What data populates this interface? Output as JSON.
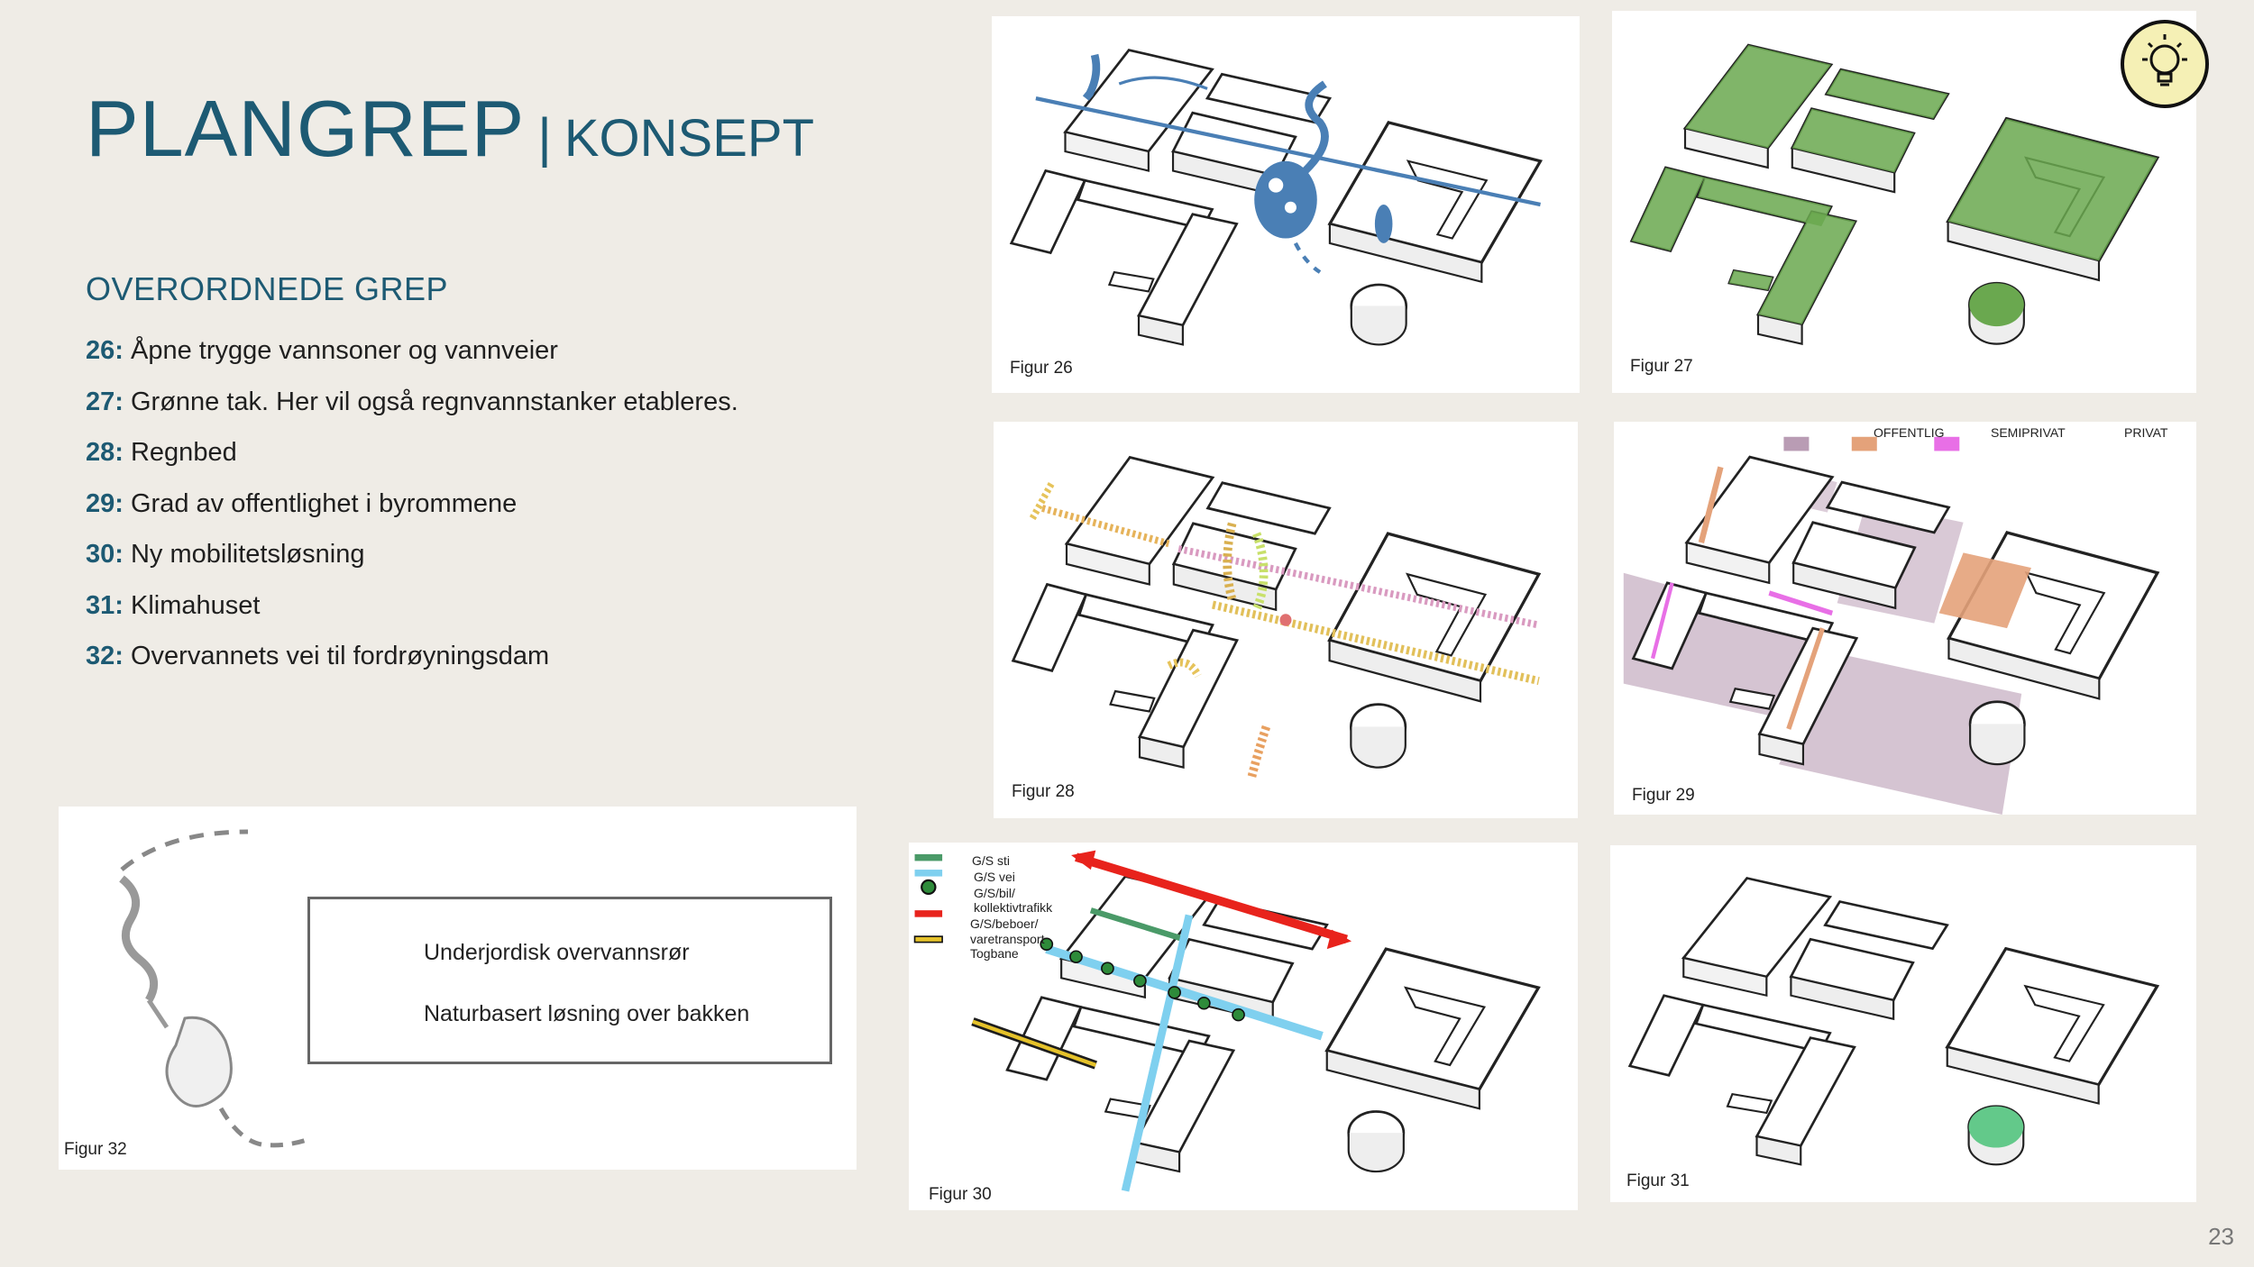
{
  "title": {
    "main": "PLANGREP",
    "separator": "|",
    "sub": "KONSEPT"
  },
  "subheading": "OVERORDNEDE GREP",
  "items": [
    {
      "num": "26:",
      "text": "Åpne trygge vannsoner og vannveier"
    },
    {
      "num": "27:",
      "text": "Grønne tak. Her vil også regnvannstanker etableres."
    },
    {
      "num": "28:",
      "text": "Regnbed"
    },
    {
      "num": "29:",
      "text": "Grad av offentlighet i byrommene"
    },
    {
      "num": "30:",
      "text": "Ny mobilitetsløsning"
    },
    {
      "num": "31:",
      "text": "Klimahuset"
    },
    {
      "num": "32:",
      "text": "Overvannets vei til fordrøyningsdam"
    }
  ],
  "figures": {
    "f26": "Figur 26",
    "f27": "Figur 27",
    "f28": "Figur 28",
    "f29": "Figur 29",
    "f30": "Figur 30",
    "f31": "Figur 31",
    "f32": "Figur 32"
  },
  "fig29_legend": [
    "OFFENTLIG",
    "SEMIPRIVAT",
    "PRIVAT"
  ],
  "fig30_legend": [
    "G/S sti",
    "G/S vei",
    "G/S/bil/",
    "kollektivtrafikk",
    "G/S/beboer/",
    "varetransport",
    "Togbane"
  ],
  "fig32_legend": [
    "Underjordisk overvannsrør",
    "Naturbasert løsning over bakken"
  ],
  "page_number": "23",
  "icons": [
    "lightbulb-icon"
  ],
  "colors": {
    "accent": "#1d5a73",
    "water": "#4a7fb5",
    "green": "#6aa84f",
    "public": "#b99cb4",
    "semiprivate": "#e4a27a",
    "private": "#e86fe6",
    "red": "#e8231c",
    "lightblue": "#7fd0ef"
  }
}
